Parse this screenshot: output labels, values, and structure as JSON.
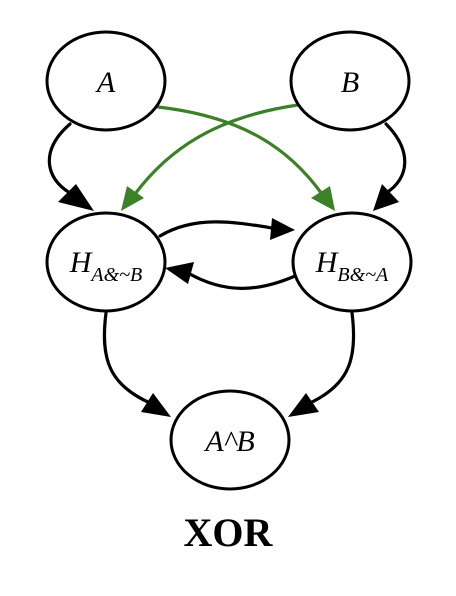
{
  "diagram": {
    "colors": {
      "node_stroke": "#000000",
      "edge_default": "#000000",
      "edge_highlight": "#3b8127"
    },
    "nodes": {
      "a": {
        "label": "A"
      },
      "b": {
        "label": "B"
      },
      "h1": {
        "label": "H",
        "sub": "A&~B"
      },
      "h2": {
        "label": "H",
        "sub": "B&~A"
      },
      "out": {
        "label": "A^B"
      }
    },
    "edges": [
      {
        "from": "A",
        "to": "H_A&~B",
        "color": "black"
      },
      {
        "from": "B",
        "to": "H_B&~A",
        "color": "black"
      },
      {
        "from": "A",
        "to": "H_B&~A",
        "color": "green"
      },
      {
        "from": "B",
        "to": "H_A&~B",
        "color": "green"
      },
      {
        "from": "H_A&~B",
        "to": "H_B&~A",
        "color": "black"
      },
      {
        "from": "H_B&~A",
        "to": "H_A&~B",
        "color": "black"
      },
      {
        "from": "H_A&~B",
        "to": "A^B",
        "color": "black"
      },
      {
        "from": "H_B&~A",
        "to": "A^B",
        "color": "black"
      }
    ],
    "caption": "XOR"
  }
}
